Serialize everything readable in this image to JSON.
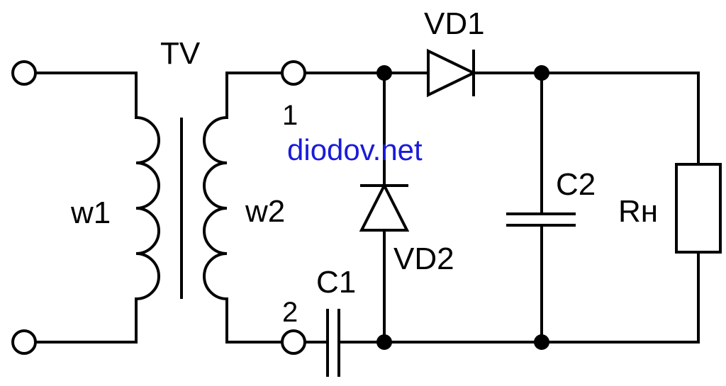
{
  "title": "Half-wave voltage doubler rectifier schematic",
  "colors": {
    "line": "#000000",
    "watermark": "#1a1adb",
    "background": "#ffffff"
  },
  "labels": {
    "transformer": "TV",
    "primary_winding": "w1",
    "secondary_winding": "w2",
    "terminal_1": "1",
    "terminal_2": "2",
    "diode_1": "VD1",
    "diode_2": "VD2",
    "capacitor_1": "C1",
    "capacitor_2": "C2",
    "load_resistor": "Rн"
  },
  "watermark": "diodov.net"
}
